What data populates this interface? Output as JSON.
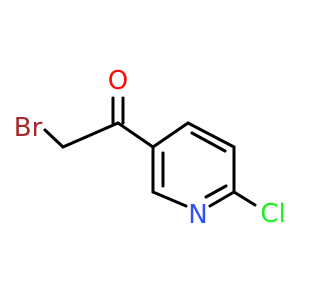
{
  "molecule": {
    "atoms": {
      "oxygen": {
        "label": "O",
        "color": "#ff0d0d"
      },
      "bromine": {
        "label": "Br",
        "color": "#a62929"
      },
      "nitrogen": {
        "label": "N",
        "color": "#3050f8"
      },
      "chlorine": {
        "label": "Cl",
        "color": "#1ff01f"
      }
    }
  }
}
